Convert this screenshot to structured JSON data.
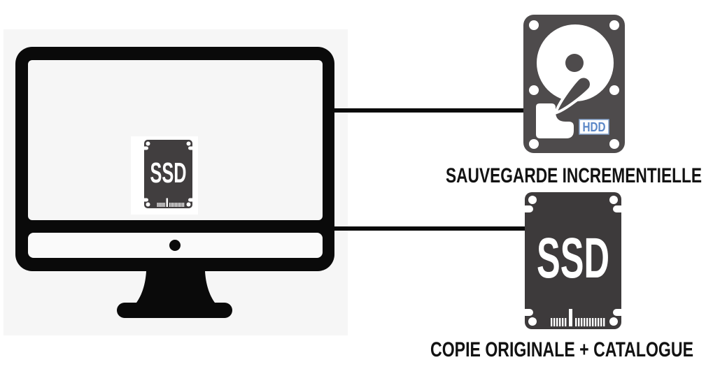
{
  "colors": {
    "panel_bg": "#f6f6f6",
    "monitor_black": "#0a0a0a",
    "hdd_body": "#4e4b4c",
    "ssd_body": "#3d3a3b",
    "hdd_label_blue": "#5b87c7",
    "hdd_label_border": "#84a2cc",
    "caption_text": "#121212",
    "connector_line": "#0a0a0a",
    "white": "#ffffff"
  },
  "computer": {
    "screen_chip_label": "SSD"
  },
  "hdd": {
    "chip_label": "HDD",
    "caption": "SAUVEGARDE INCREMENTIELLE"
  },
  "ssd": {
    "chip_label": "SSD",
    "caption": "COPIE ORIGINALE + CATALOGUE"
  }
}
